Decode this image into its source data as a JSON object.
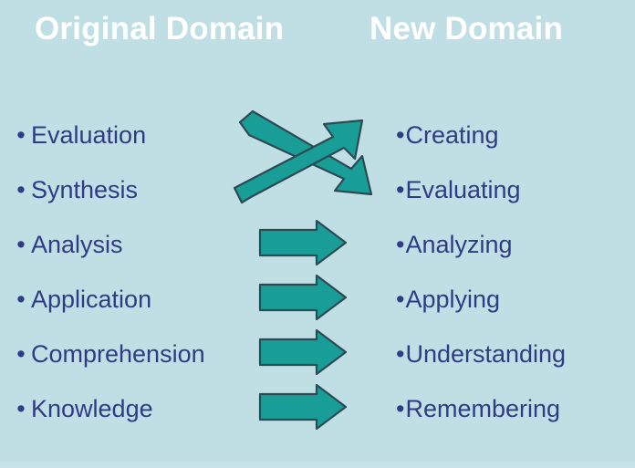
{
  "slide": {
    "background_color": "#bfdfe5",
    "title_color": "#ffffff",
    "text_color": "#2f3c85",
    "arrow_fill_color": "#189e97",
    "arrow_outline_color": "#2d4a52"
  },
  "headers": {
    "original": "Original Domain",
    "new": "New Domain"
  },
  "original_domain": {
    "bullet_glyph": "•",
    "items": [
      {
        "label": "Evaluation"
      },
      {
        "label": "Synthesis"
      },
      {
        "label": "Analysis"
      },
      {
        "label": "Application"
      },
      {
        "label": "Comprehension"
      },
      {
        "label": "Knowledge"
      }
    ]
  },
  "new_domain": {
    "bullet_glyph": "•",
    "items": [
      {
        "label": "Creating"
      },
      {
        "label": "Evaluating"
      },
      {
        "label": "Analyzing"
      },
      {
        "label": "Applying"
      },
      {
        "label": "Understanding"
      },
      {
        "label": "Remembering"
      }
    ]
  },
  "arrows": {
    "crossed": {
      "name": "crossed-arrows",
      "description": "two crossed arrows mapping Evaluation and Synthesis onto Creating and Evaluating"
    },
    "straight": [
      {
        "name": "arrow-analysis-to-analyzing"
      },
      {
        "name": "arrow-application-to-applying"
      },
      {
        "name": "arrow-comprehension-to-understanding"
      },
      {
        "name": "arrow-knowledge-to-remembering"
      }
    ]
  }
}
